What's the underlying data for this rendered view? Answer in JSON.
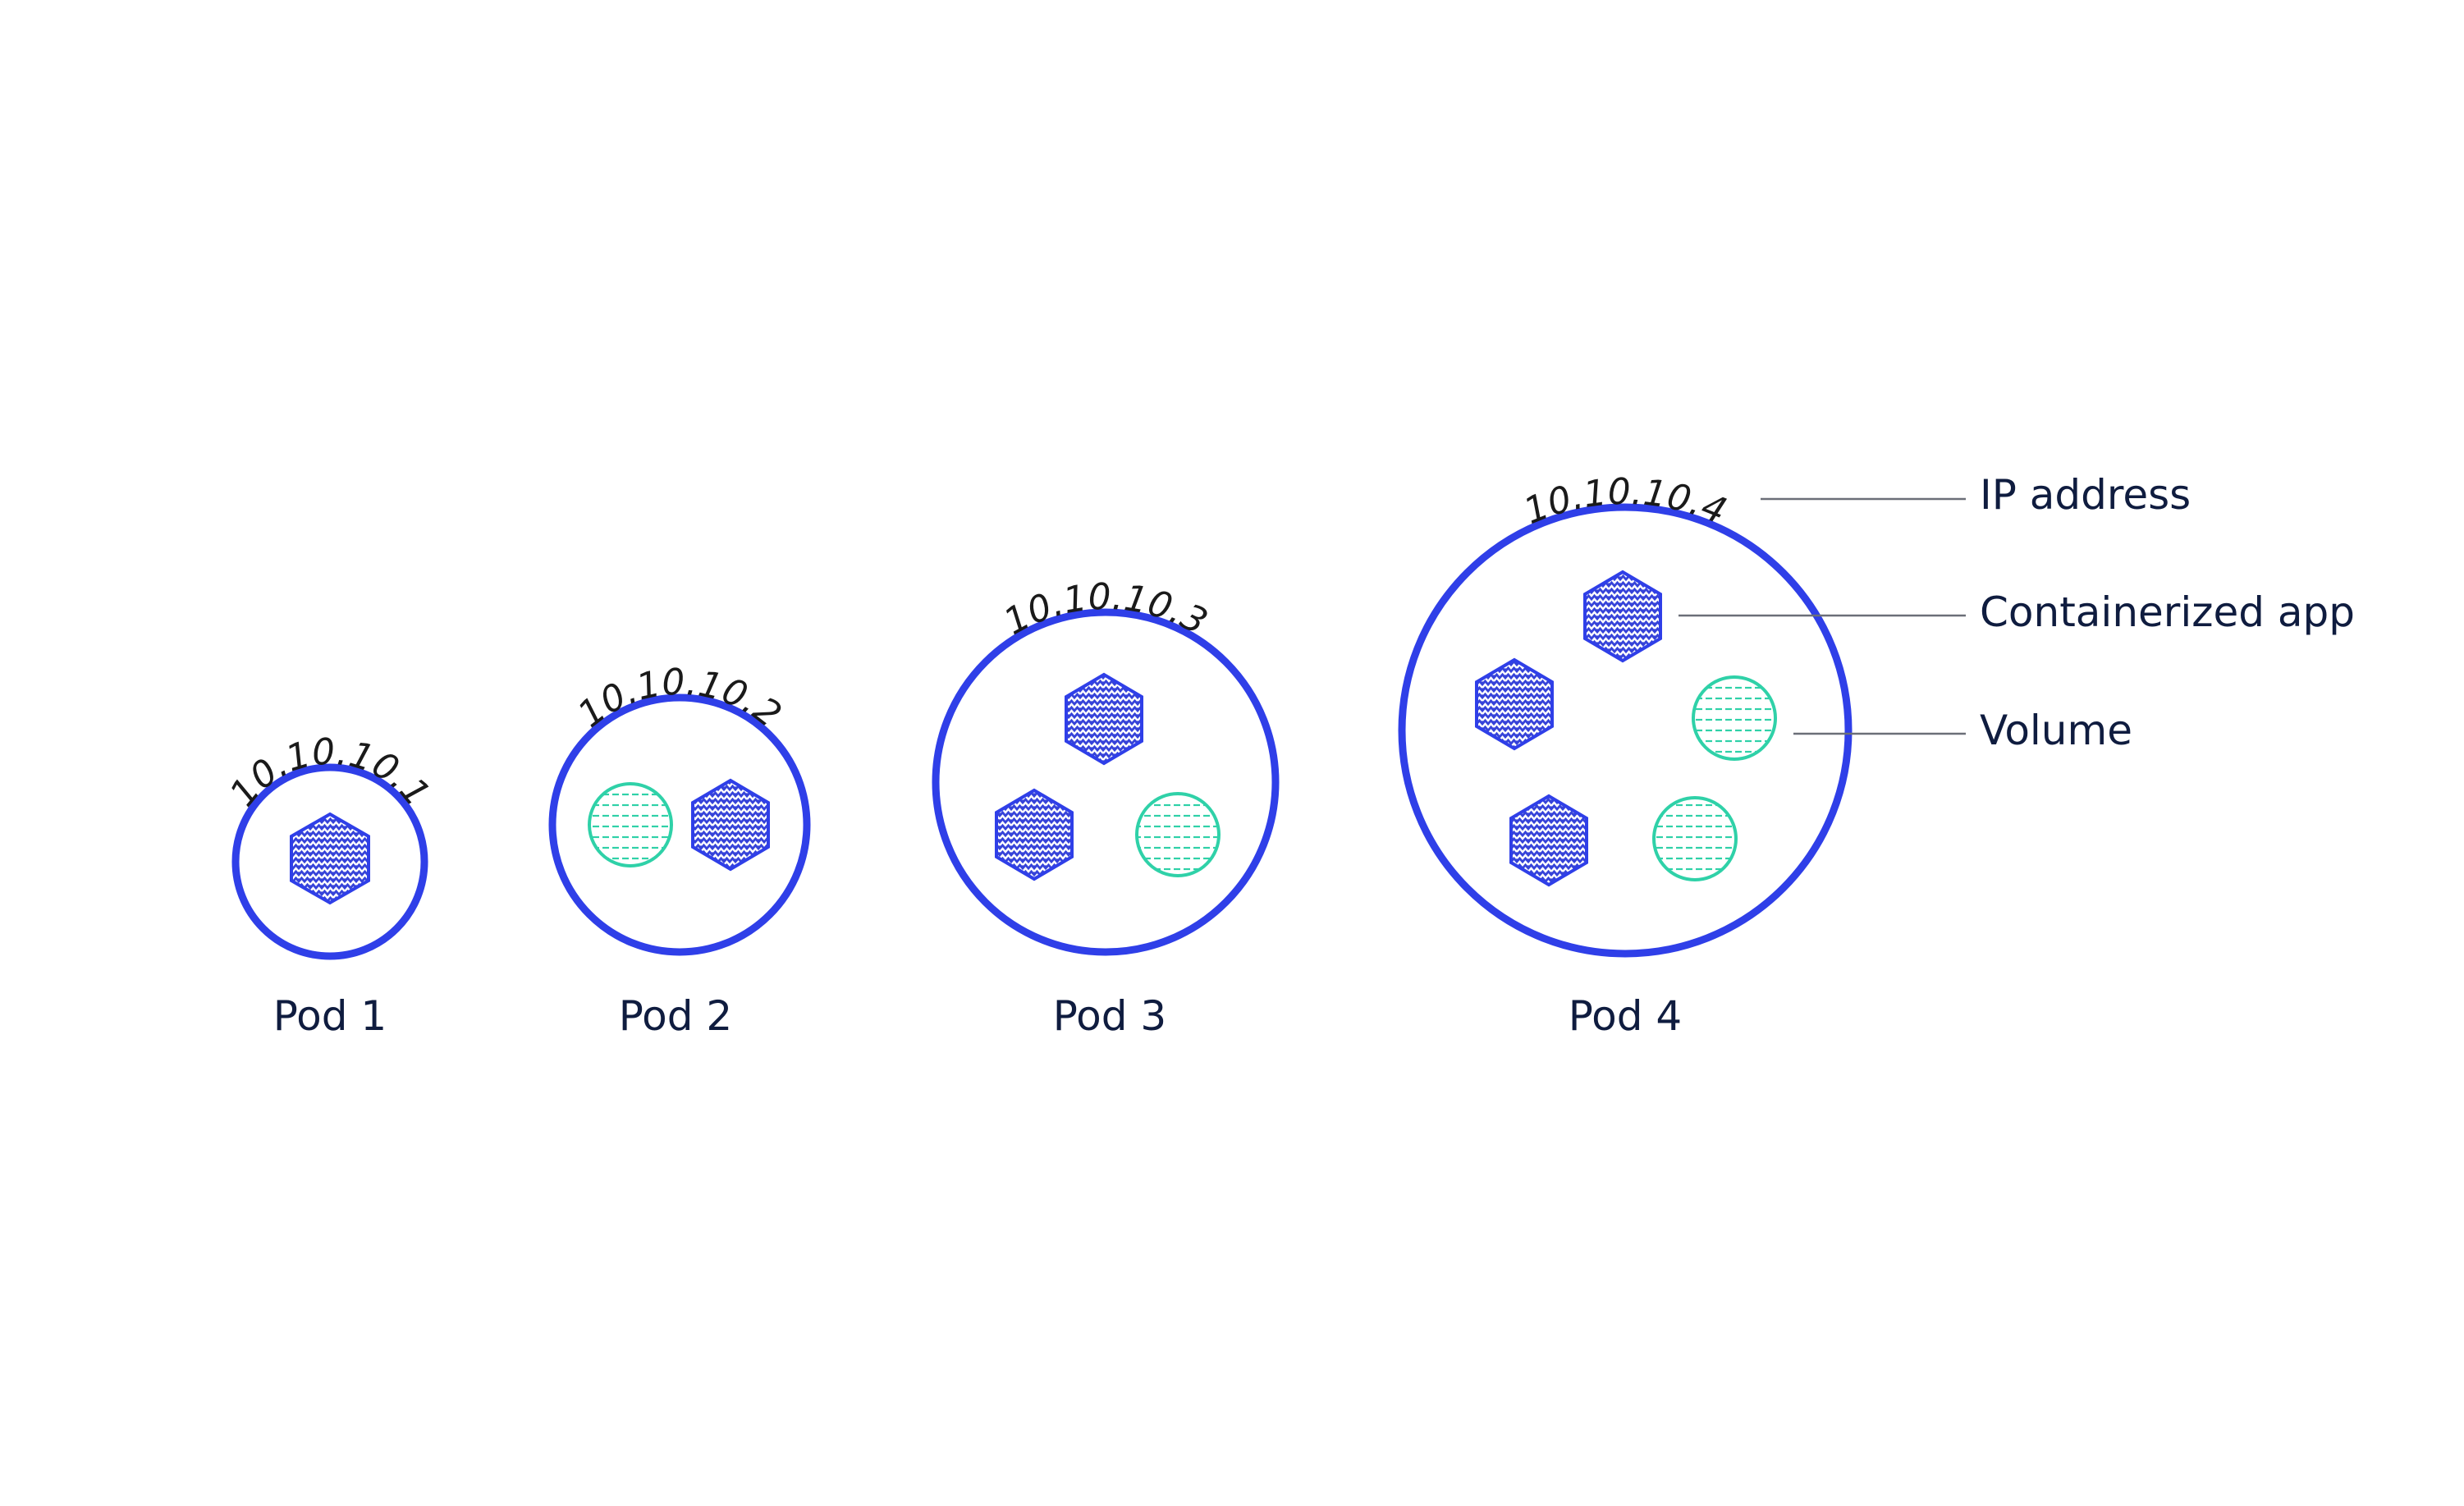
{
  "colors": {
    "pod_border": "#2f3fe8",
    "app_fill": "#3643d9",
    "volume_color": "#2fd1a8",
    "label_text": "#0f1c3f",
    "leader_line": "#6b6f78"
  },
  "pods": [
    {
      "name": "Pod 1",
      "ip": "10.10.10.1",
      "containers": [
        "containerized-app"
      ]
    },
    {
      "name": "Pod 2",
      "ip": "10.10.10.2",
      "containers": [
        "volume",
        "containerized-app"
      ]
    },
    {
      "name": "Pod 3",
      "ip": "10.10.10.3",
      "containers": [
        "containerized-app",
        "containerized-app",
        "volume"
      ]
    },
    {
      "name": "Pod 4",
      "ip": "10.10.10.4",
      "containers": [
        "containerized-app",
        "containerized-app",
        "volume",
        "containerized-app",
        "volume"
      ]
    }
  ],
  "legend": {
    "ip_address": "IP address",
    "containerized_app": "Containerized app",
    "volume": "Volume"
  }
}
